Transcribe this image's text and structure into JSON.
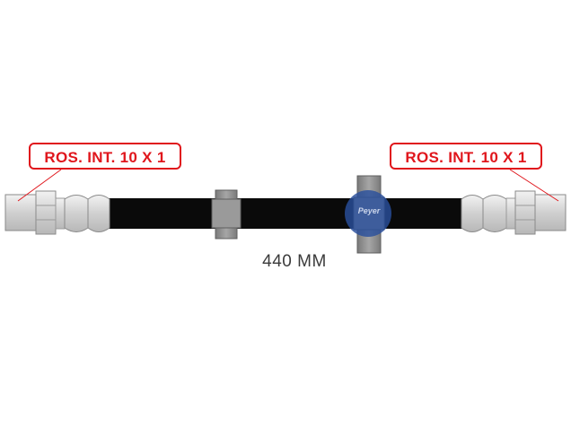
{
  "callouts": {
    "left": "ROS. INT. 10 X 1",
    "right": "ROS. INT. 10 X 1"
  },
  "dimension": {
    "label": "440 MM"
  },
  "brand": {
    "logo": "Peyer"
  },
  "colors": {
    "callout": "#e0161c",
    "hose": "#0a0a0a",
    "fitting": "#d4d4d4",
    "clip": "#8a8a8a",
    "stamp": "#2a4f9c"
  }
}
